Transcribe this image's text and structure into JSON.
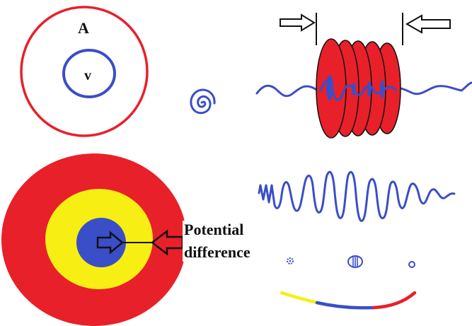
{
  "labels": {
    "outer_ring": "A",
    "inner_ring": "v",
    "target_caption_line1": "Potential",
    "target_caption_line2": "difference"
  },
  "colors": {
    "red": "#e8202a",
    "blue": "#3a4ec8",
    "yellow": "#f7ee14",
    "black": "#111111",
    "white": "#ffffff"
  }
}
